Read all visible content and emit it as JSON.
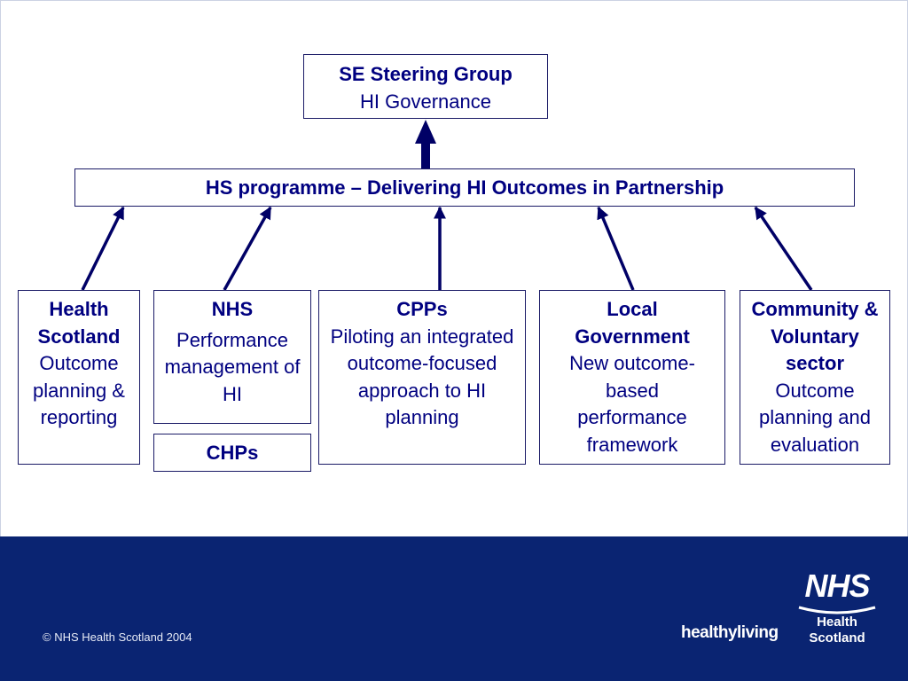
{
  "top": {
    "title": "SE Steering Group",
    "subtitle": "HI Governance"
  },
  "programme": {
    "title": "HS programme – Delivering HI Outcomes in Partnership"
  },
  "partners": [
    {
      "title": "Health Scotland",
      "desc": "Outcome planning & reporting"
    },
    {
      "title": "NHS",
      "desc": "Performance management of HI"
    },
    {
      "title": "CPPs",
      "desc": "Piloting an integrated outcome-focused approach to HI planning"
    },
    {
      "title": "Local Government",
      "desc": "New outcome-based performance framework"
    },
    {
      "title": "Community & Voluntary sector",
      "desc": "Outcome planning and evaluation"
    }
  ],
  "chps": {
    "label": "CHPs"
  },
  "footer": {
    "copyright": "© NHS Health Scotland 2004",
    "healthyliving": "healthyliving",
    "logo_mark": "NHS",
    "logo_line1": "Health",
    "logo_line2": "Scotland"
  },
  "colors": {
    "text": "#000080",
    "arrow": "#000066",
    "footer_bg": "#0a2472"
  }
}
